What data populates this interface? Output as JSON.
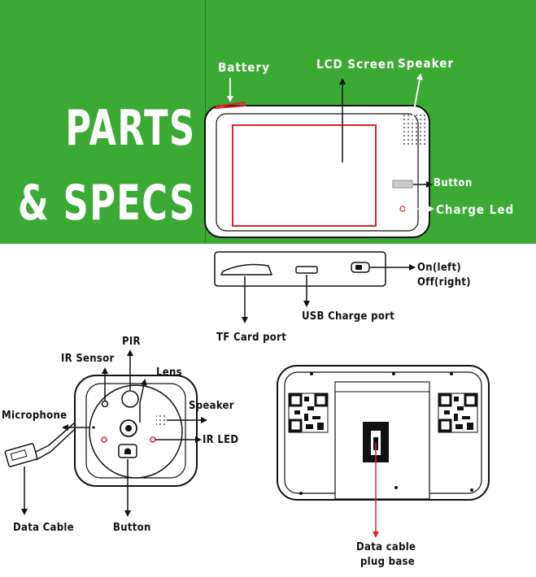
{
  "title": {
    "line1": "PARTS",
    "line2": "& SPECS"
  },
  "labels": {
    "battery": "Battery",
    "lcd_screen": "LCD Screen",
    "speaker_top": "Speaker",
    "button_top": "Button",
    "charge_led": "Charge Led",
    "on_off": "On(left)",
    "on_off_2": "Off(right)",
    "usb_port": "USB Charge port",
    "tf_card": "TF Card port",
    "pir": "PIR",
    "ir_sensor": "IR Sensor",
    "lens": "Lens",
    "microphone": "Microphone",
    "speaker_cam": "Speaker",
    "ir_led": "IR LED",
    "data_cable": "Data Cable",
    "button_cam": "Button",
    "plug_base_1": "Data cable",
    "plug_base_2": "plug base"
  },
  "colors": {
    "green": "#3aaa35",
    "highlight": "#e0212b",
    "ink": "#111111"
  }
}
